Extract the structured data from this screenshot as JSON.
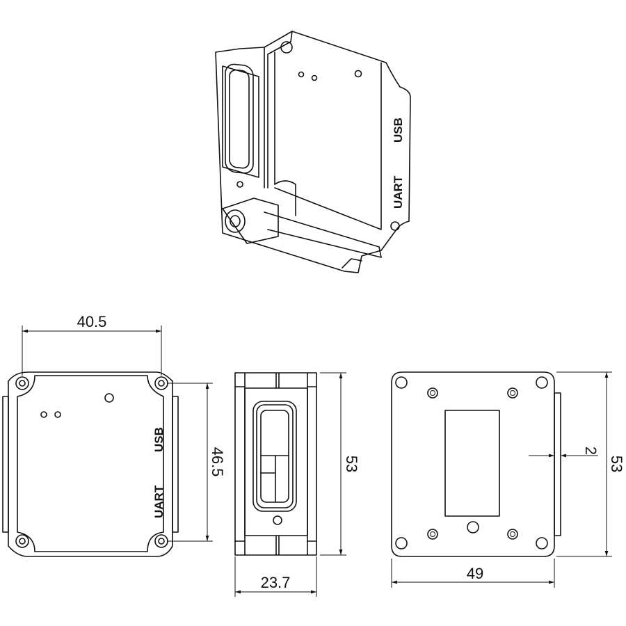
{
  "labels": {
    "usb": "USB",
    "uart": "UART"
  },
  "dimensions": {
    "front_hole_spacing_width": "40.5",
    "front_hole_spacing_height": "46.5",
    "side_height": "53",
    "side_depth": "23.7",
    "back_flange": "2",
    "back_height": "53",
    "back_width": "49"
  }
}
